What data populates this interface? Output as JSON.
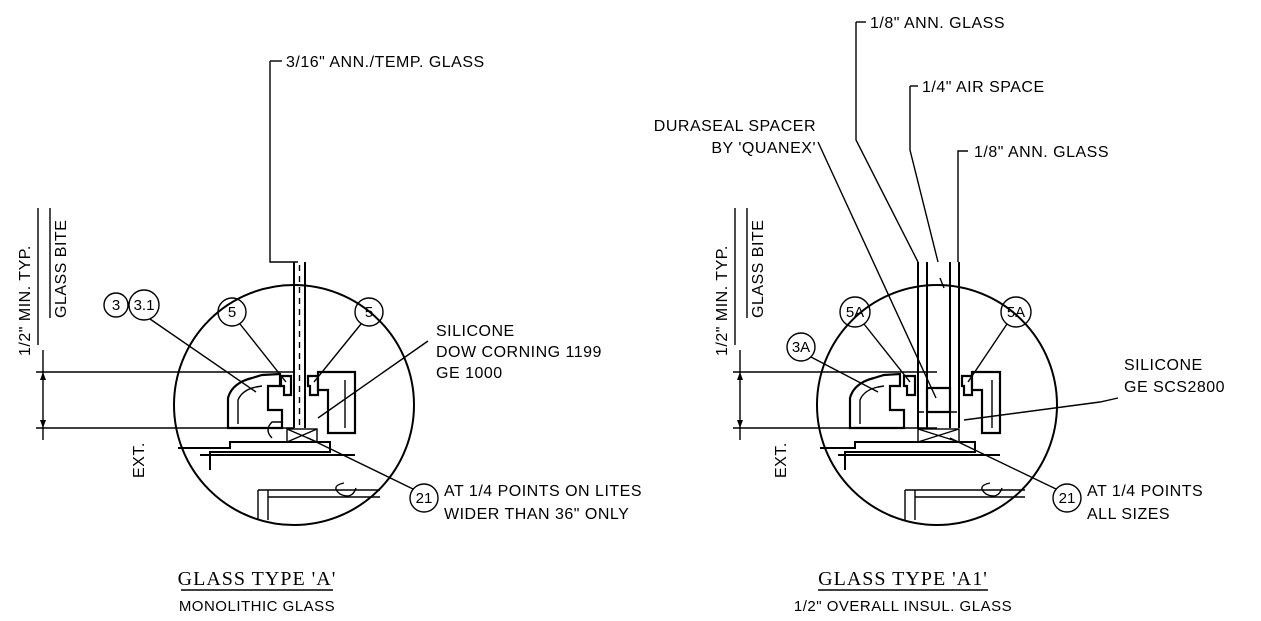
{
  "detail_a": {
    "glass_label": "3/16\" ANN./TEMP. GLASS",
    "bite_dimension": "1/2\" MIN. TYP.",
    "bite_label": "GLASS BITE",
    "exterior_label": "EXT.",
    "tag_3": "3",
    "tag_3_1": "3.1",
    "tag_5_left": "5",
    "tag_5_right": "5",
    "tag_21": "21",
    "silicone_line1": "SILICONE",
    "silicone_line2": "DOW CORNING 1199",
    "silicone_line3": "GE 1000",
    "setting_block_line1": "AT 1/4 POINTS ON LITES",
    "setting_block_line2": "WIDER THAN 36\" ONLY",
    "title": "GLASS TYPE 'A'",
    "subtitle": "MONOLITHIC GLASS"
  },
  "detail_a1": {
    "outer_glass_label": "1/8\" ANN. GLASS",
    "air_space_label": "1/4\" AIR SPACE",
    "inner_glass_label": "1/8\" ANN. GLASS",
    "spacer_line1": "DURASEAL SPACER",
    "spacer_line2": "BY 'QUANEX'",
    "bite_dimension": "1/2\" MIN. TYP.",
    "bite_label": "GLASS BITE",
    "exterior_label": "EXT.",
    "tag_3a": "3A",
    "tag_5a_left": "5A",
    "tag_5a_right": "5A",
    "tag_21": "21",
    "silicone_line1": "SILICONE",
    "silicone_line2": "GE SCS2800",
    "setting_block_line1": "AT 1/4 POINTS",
    "setting_block_line2": "ALL SIZES",
    "title": "GLASS TYPE 'A1'",
    "subtitle": "1/2\" OVERALL INSUL. GLASS"
  }
}
